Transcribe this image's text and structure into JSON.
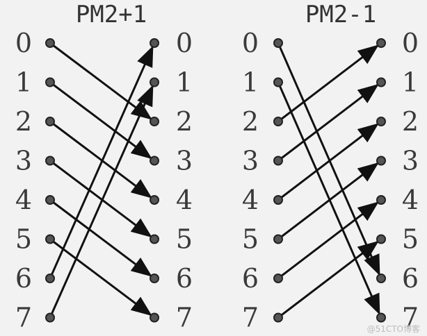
{
  "watermark": "@51CTO博客",
  "panels": [
    {
      "id": "pm2-plus-1",
      "title": "PM2+1",
      "inputs": [
        "0",
        "1",
        "2",
        "3",
        "4",
        "5",
        "6",
        "7"
      ],
      "outputs": [
        "0",
        "1",
        "2",
        "3",
        "4",
        "5",
        "6",
        "7"
      ],
      "mapping": [
        2,
        3,
        4,
        5,
        6,
        7,
        0,
        1
      ]
    },
    {
      "id": "pm2-minus-1",
      "title": "PM2-1",
      "inputs": [
        "0",
        "1",
        "2",
        "3",
        "4",
        "5",
        "6",
        "7"
      ],
      "outputs": [
        "0",
        "1",
        "2",
        "3",
        "4",
        "5",
        "6",
        "7"
      ],
      "mapping": [
        6,
        7,
        0,
        1,
        2,
        3,
        4,
        5
      ]
    }
  ]
}
